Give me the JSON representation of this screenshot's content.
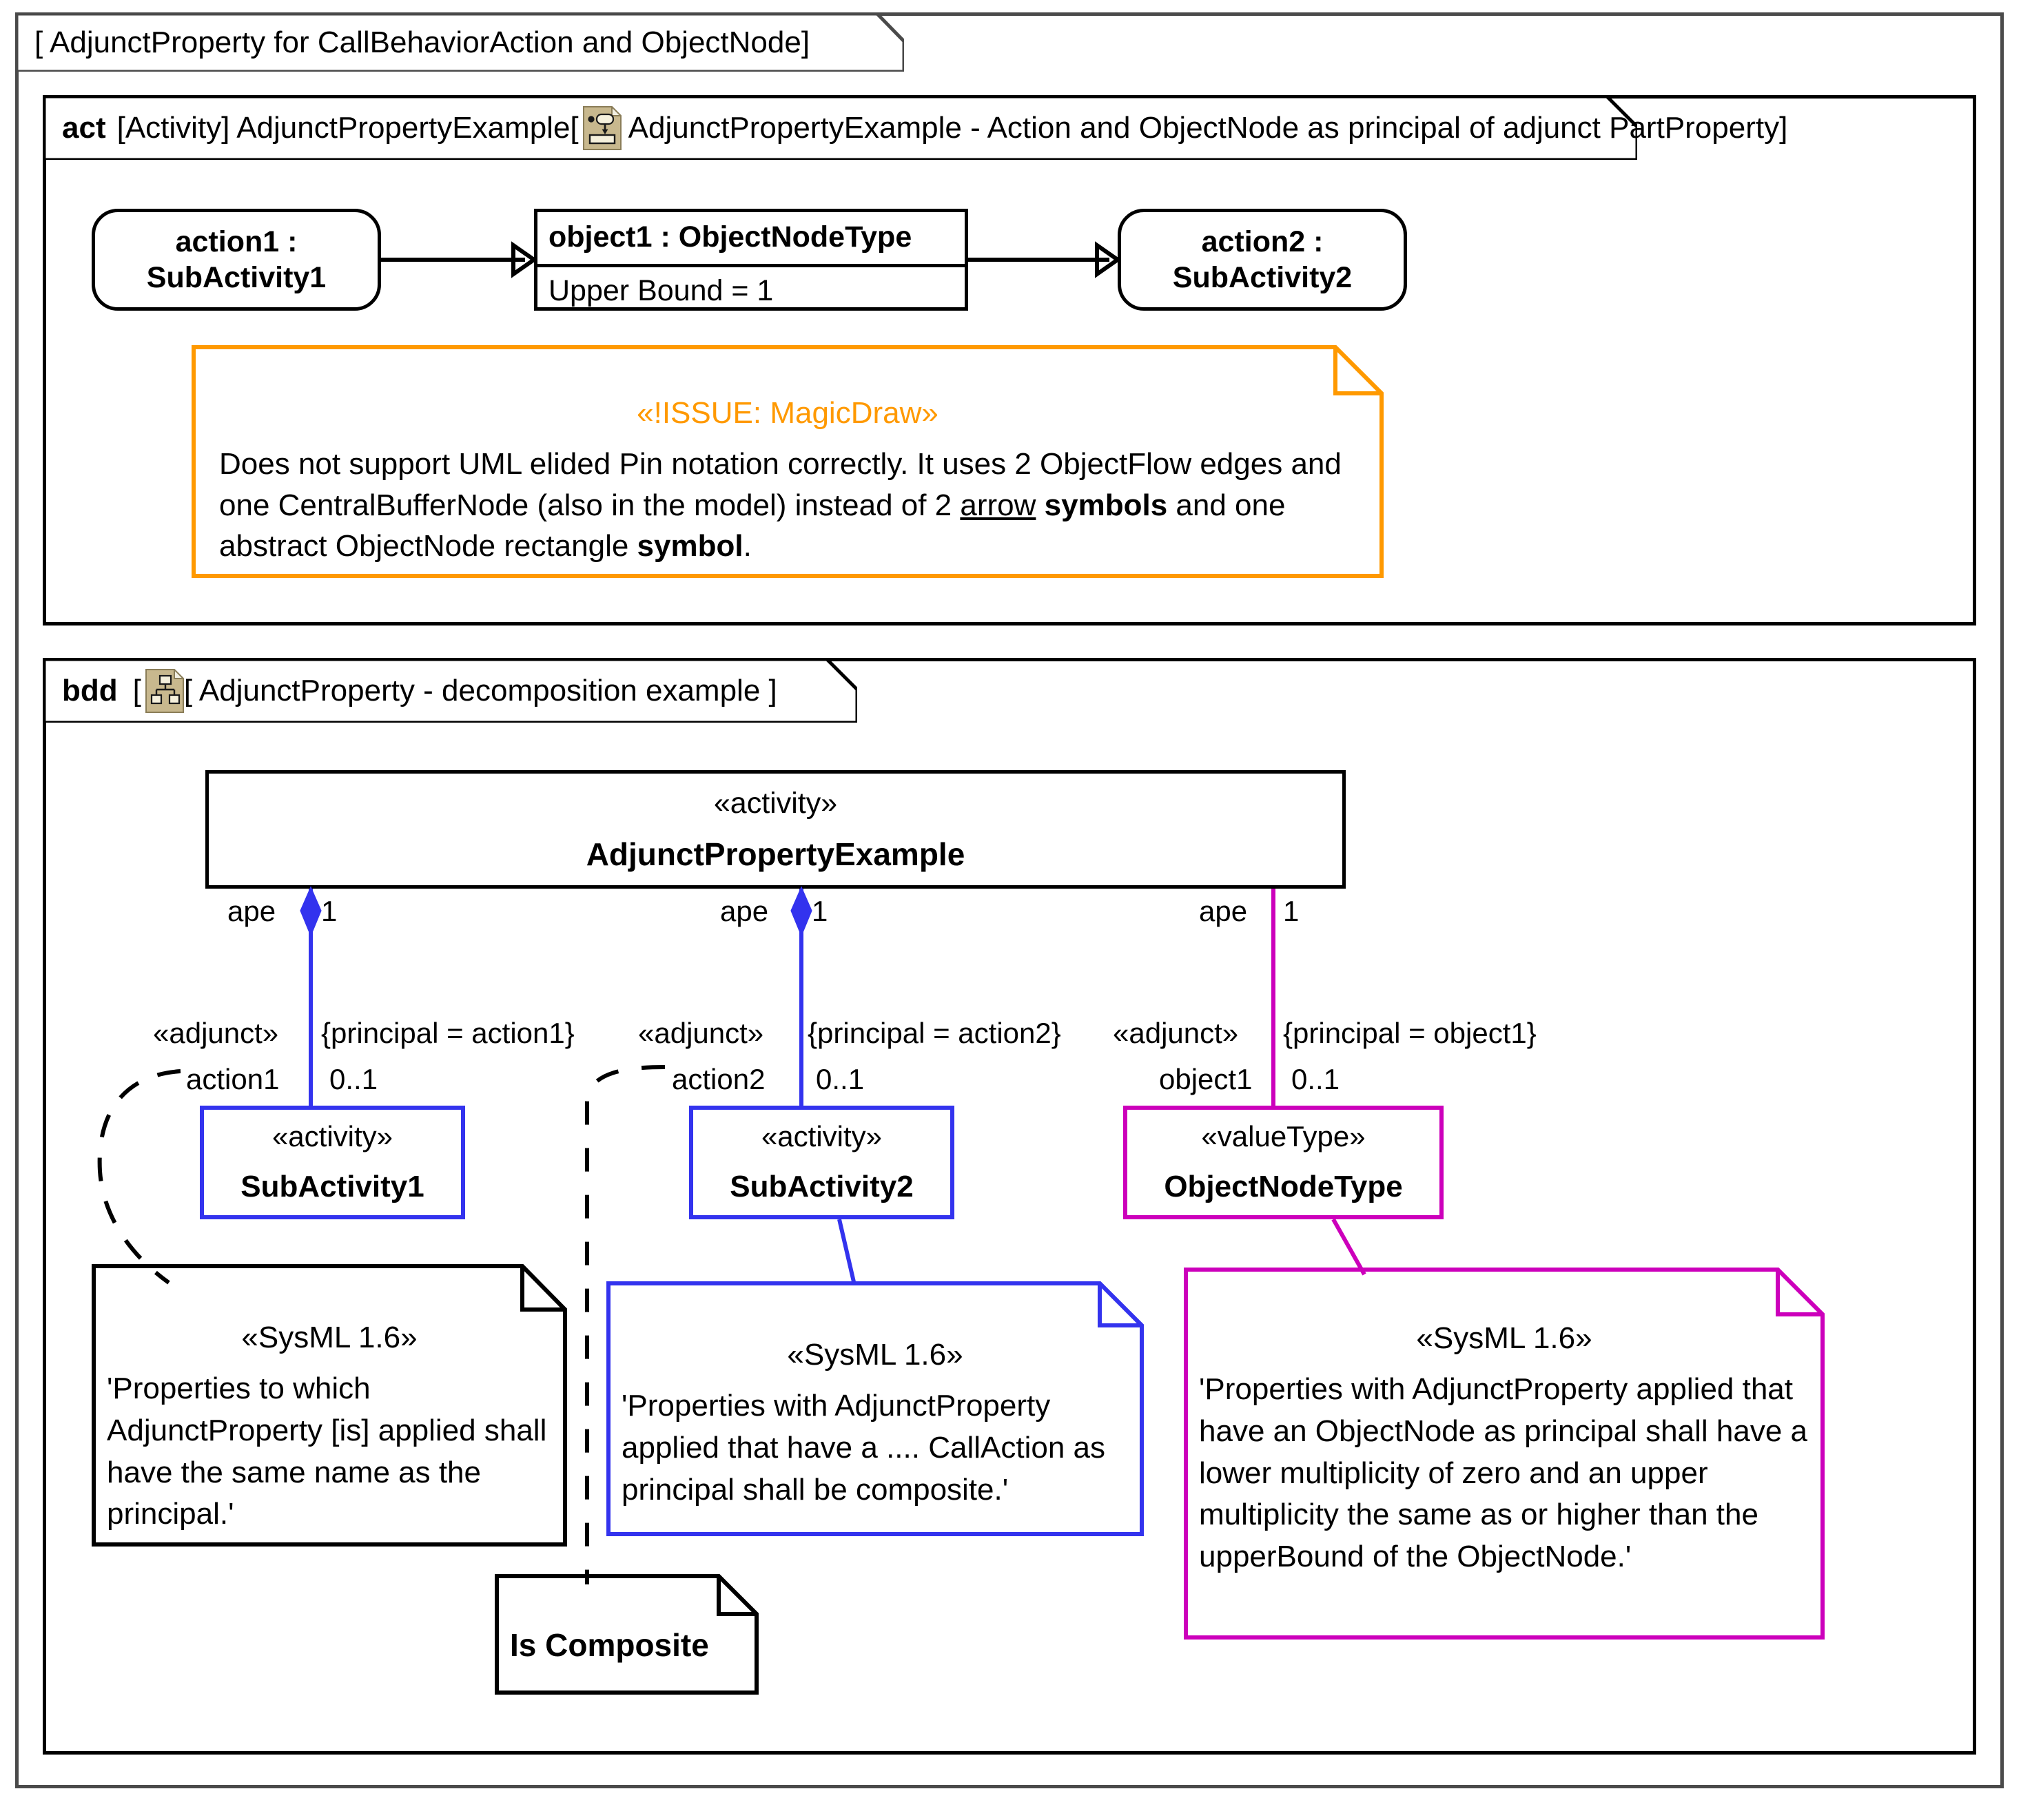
{
  "outer_frame": {
    "label": "[ AdjunctProperty for CallBehaviorAction and ObjectNode]"
  },
  "act_frame": {
    "kind": "act",
    "label_prefix": "[Activity] AdjunctPropertyExample[",
    "icon": "activity-diagram-icon",
    "label_suffix": "AdjunctPropertyExample - Action and ObjectNode as principal of adjunct PartProperty]",
    "nodes": {
      "action1": "action1 :\nSubActivity1",
      "action1_line1": "action1 :",
      "action1_line2": "SubActivity1",
      "object1_title": "object1 : ObjectNodeType",
      "object1_body": "Upper Bound = 1",
      "action2_line1": "action2 :",
      "action2_line2": "SubActivity2"
    },
    "issue_note": {
      "stereotype": "«!ISSUE: MagicDraw»",
      "text_part1": "Does not support UML elided Pin notation correctly. It uses 2 ObjectFlow edges and one CentralBufferNode (also in the model) instead of 2 ",
      "text_underline": "arrow",
      "text_bold1": "symbols",
      "text_part2": " and one abstract ObjectNode rectangle ",
      "text_bold2": "symbol",
      "text_end": ".",
      "color": "#FF9900"
    }
  },
  "bdd_frame": {
    "kind": "bdd",
    "icon": "block-definition-diagram-icon",
    "label": "[ AdjunctProperty - decomposition example ]",
    "root_block": {
      "stereotype": "«activity»",
      "name": "AdjunctPropertyExample"
    },
    "associations": [
      {
        "whole_end_name": "ape",
        "whole_end_mult": "1",
        "stereotype": "«adjunct»",
        "constraint": "{principal = action1}",
        "part_end_name": "action1",
        "part_end_mult": "0..1",
        "color": "#3333ee"
      },
      {
        "whole_end_name": "ape",
        "whole_end_mult": "1",
        "stereotype": "«adjunct»",
        "constraint": "{principal = action2}",
        "part_end_name": "action2",
        "part_end_mult": "0..1",
        "color": "#3333ee"
      },
      {
        "whole_end_name": "ape",
        "whole_end_mult": "1",
        "stereotype": "«adjunct»",
        "constraint": "{principal = object1}",
        "part_end_name": "object1",
        "part_end_mult": "0..1",
        "color": "#cc00bb"
      }
    ],
    "blocks": [
      {
        "stereotype": "«activity»",
        "name": "SubActivity1",
        "color": "#3333ee"
      },
      {
        "stereotype": "«activity»",
        "name": "SubActivity2",
        "color": "#3333ee"
      },
      {
        "stereotype": "«valueType»",
        "name": "ObjectNodeType",
        "color": "#cc00bb"
      }
    ],
    "notes": [
      {
        "stereotype": "«SysML 1.6»",
        "text": "'Properties to which AdjunctProperty [is] applied shall have the same name as the principal.'",
        "color": "#000000"
      },
      {
        "stereotype": "«SysML 1.6»",
        "text": "'Properties with AdjunctProperty applied that have a .... CallAction as principal shall be composite.'",
        "color": "#3333ee"
      },
      {
        "stereotype": "«SysML 1.6»",
        "text": "'Properties with AdjunctProperty applied that have an ObjectNode as principal shall have a lower multiplicity of zero and an upper multiplicity the same as or higher than the upperBound of the ObjectNode.'",
        "color": "#cc00bb"
      }
    ],
    "is_composite_note": {
      "text": "Is Composite",
      "color": "#000000"
    }
  },
  "colors": {
    "frame_border": "#4a4a4a",
    "black": "#000000",
    "blue": "#3333ee",
    "magenta": "#cc00bb",
    "orange": "#FF9900",
    "icon_fill": "#c8b88e",
    "icon_light": "#f5f0dc"
  }
}
